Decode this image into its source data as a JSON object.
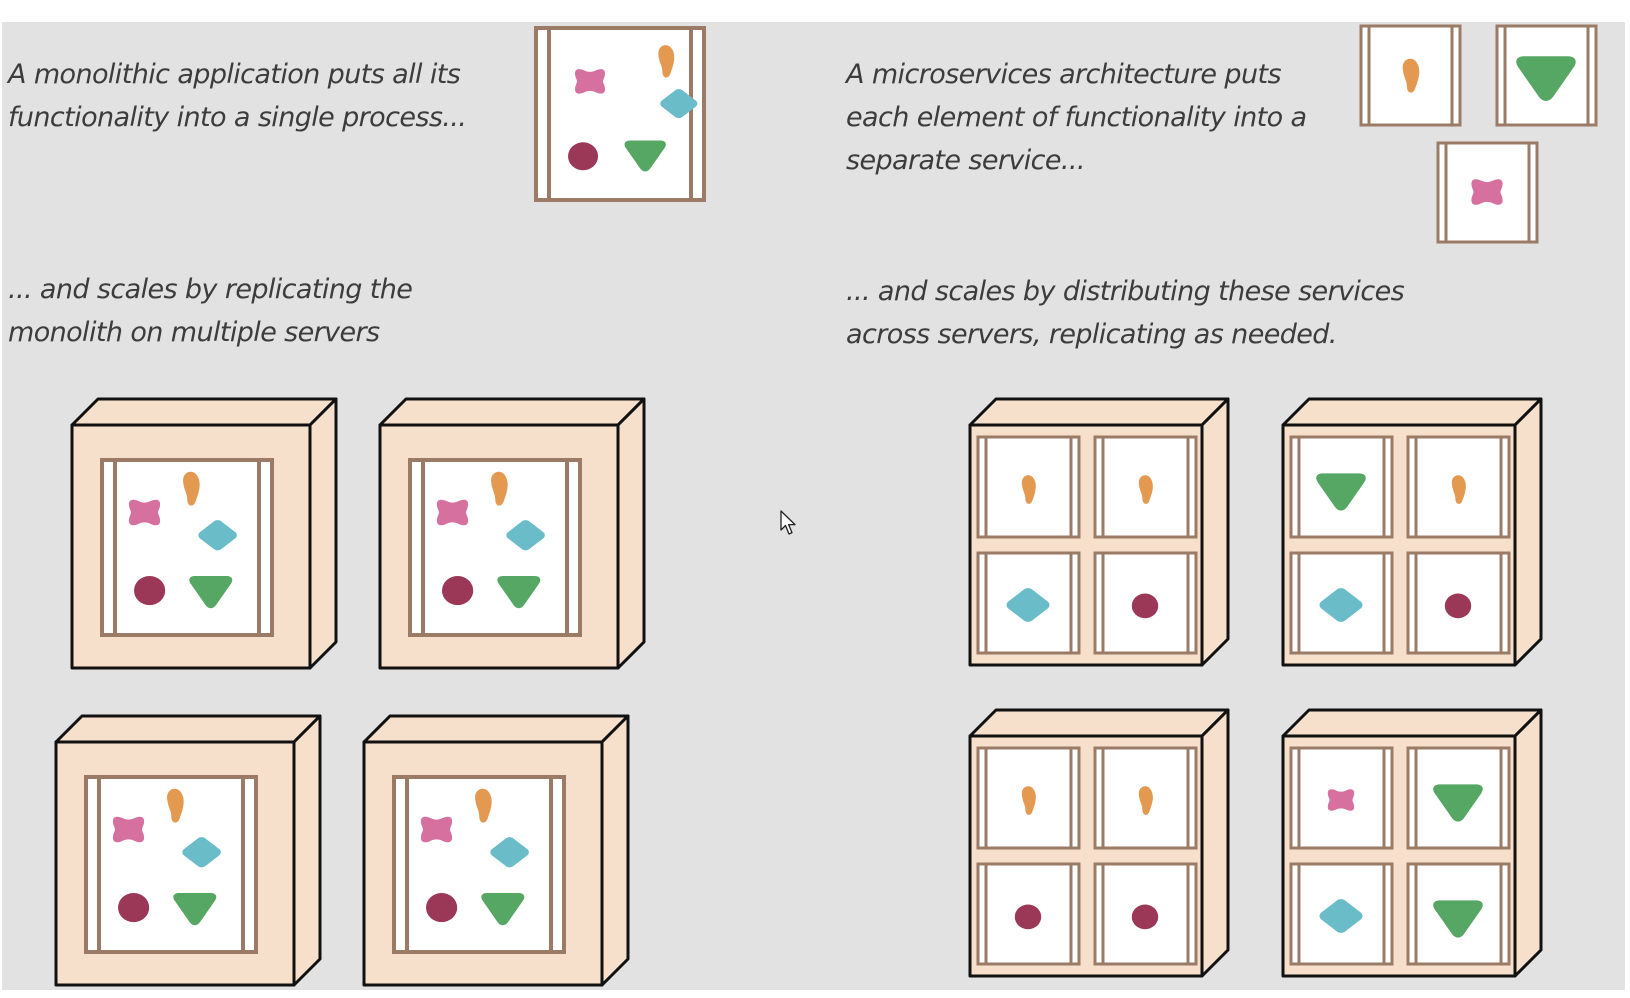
{
  "monolith": {
    "intro_lines": [
      "A monolithic application puts all its",
      "functionality into a single process..."
    ],
    "scale_lines": [
      "... and scales by replicating the",
      "monolith on multiple servers"
    ],
    "servers": [
      [
        "pink-blob",
        "orange-blob",
        "blue-diamond",
        "crimson-circle",
        "green-triangle"
      ],
      [
        "pink-blob",
        "orange-blob",
        "blue-diamond",
        "crimson-circle",
        "green-triangle"
      ],
      [
        "pink-blob",
        "orange-blob",
        "blue-diamond",
        "crimson-circle",
        "green-triangle"
      ],
      [
        "pink-blob",
        "orange-blob",
        "blue-diamond",
        "crimson-circle",
        "green-triangle"
      ]
    ]
  },
  "microservices": {
    "intro_lines": [
      "A microservices architecture puts",
      "each element of functionality into a",
      "separate service..."
    ],
    "scale_lines": [
      "... and scales by distributing these services",
      "across servers, replicating as needed."
    ],
    "services": [
      "orange-blob",
      "green-triangle",
      "pink-blob"
    ],
    "servers": [
      [
        "orange-blob",
        "orange-blob",
        "blue-diamond",
        "crimson-circle"
      ],
      [
        "green-triangle",
        "orange-blob",
        "blue-diamond",
        "crimson-circle"
      ],
      [
        "orange-blob",
        "orange-blob",
        "crimson-circle",
        "crimson-circle"
      ],
      [
        "pink-blob",
        "green-triangle",
        "blue-diamond",
        "green-triangle"
      ]
    ]
  },
  "palette": {
    "background": "#e2e2e2",
    "server_fill": "#f6e0cc",
    "server_outline": "#111111",
    "frame": "#9b7b66",
    "orange-blob": "#e3994f",
    "green-triangle": "#56a664",
    "pink-blob": "#d5709f",
    "blue-diamond": "#6bbcc9",
    "crimson-circle": "#9b3757"
  },
  "cursor": "arrow-pointer"
}
